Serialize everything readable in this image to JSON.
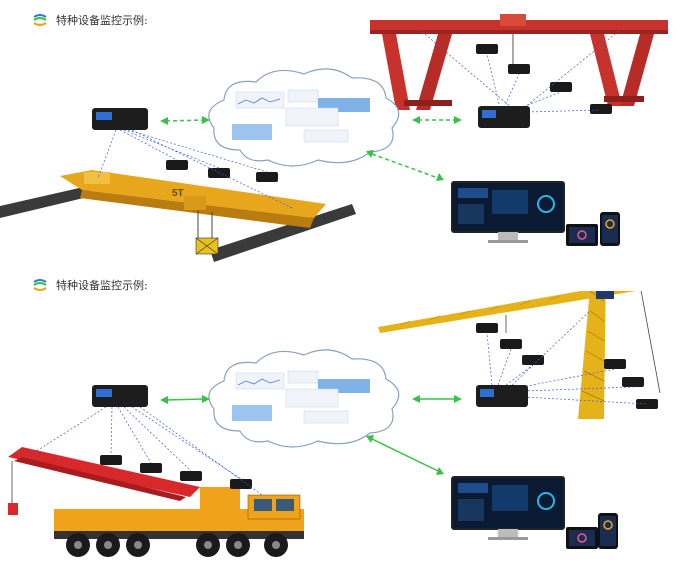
{
  "sections": [
    {
      "title": "特种设备监控示例:",
      "crane_label": "5T"
    },
    {
      "title": "特种设备监控示例:"
    }
  ],
  "colors": {
    "link_arrow": "#39c24a",
    "sensor_line": "#3a5fd6",
    "gantry_red": "#c8322c",
    "bridge_yellow": "#e8a61c",
    "tower_yellow": "#e6b21a",
    "truck_red": "#d8282b",
    "truck_orange": "#f0a21a",
    "cloud_stroke": "#8aa0c0"
  },
  "icons": [
    "logo-icon",
    "gateway-box-icon",
    "sensor-icon",
    "cloud-icon",
    "monitor-icon",
    "tablet-icon",
    "phone-icon"
  ]
}
